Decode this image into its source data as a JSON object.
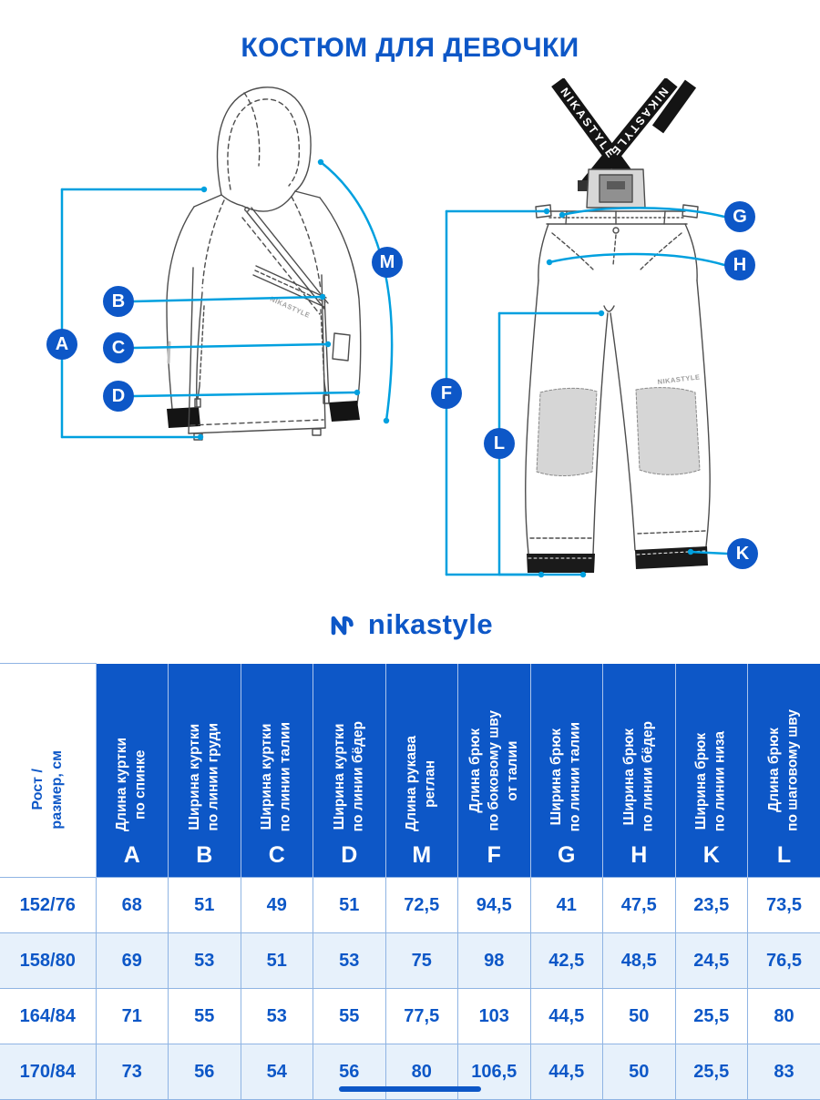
{
  "title": "КОСТЮМ ДЛЯ ДЕВОЧКИ",
  "brand": {
    "name": "nikastyle"
  },
  "colors": {
    "primary_blue": "#0d57c7",
    "callout_blue": "#00a0df",
    "row_alt": "#e7f1fb",
    "header_bg": "#0d57c7"
  },
  "diagram": {
    "watermark": "NIKASTYLE",
    "suspender_text": "NIKASTYLE",
    "callouts": {
      "A": "A",
      "B": "B",
      "C": "C",
      "D": "D",
      "M": "M",
      "F": "F",
      "G": "G",
      "H": "H",
      "K": "K",
      "L": "L"
    }
  },
  "table": {
    "corner_header": "Рост /\nразмер, см",
    "columns": [
      {
        "letter": "A",
        "label": "Длина куртки\nпо спинке"
      },
      {
        "letter": "B",
        "label": "Ширина куртки\nпо линии груди"
      },
      {
        "letter": "C",
        "label": "Ширина куртки\nпо линии талии"
      },
      {
        "letter": "D",
        "label": "Ширина куртки\nпо линии бёдер"
      },
      {
        "letter": "M",
        "label": "Длина рукава\nреглан"
      },
      {
        "letter": "F",
        "label": "Длина брюк\nпо боковому шву\nот талии"
      },
      {
        "letter": "G",
        "label": "Ширина брюк\nпо линии талии"
      },
      {
        "letter": "H",
        "label": "Ширина брюк\nпо линии бёдер"
      },
      {
        "letter": "K",
        "label": "Ширина брюк\nпо линии низа"
      },
      {
        "letter": "L",
        "label": "Длина брюк\nпо шаговому шву"
      }
    ],
    "rows": [
      {
        "size": "152/76",
        "values": [
          "68",
          "51",
          "49",
          "51",
          "72,5",
          "94,5",
          "41",
          "47,5",
          "23,5",
          "73,5"
        ]
      },
      {
        "size": "158/80",
        "values": [
          "69",
          "53",
          "51",
          "53",
          "75",
          "98",
          "42,5",
          "48,5",
          "24,5",
          "76,5"
        ]
      },
      {
        "size": "164/84",
        "values": [
          "71",
          "55",
          "53",
          "55",
          "77,5",
          "103",
          "44,5",
          "50",
          "25,5",
          "80"
        ]
      },
      {
        "size": "170/84",
        "values": [
          "73",
          "56",
          "54",
          "56",
          "80",
          "106,5",
          "44,5",
          "50",
          "25,5",
          "83"
        ]
      }
    ]
  }
}
